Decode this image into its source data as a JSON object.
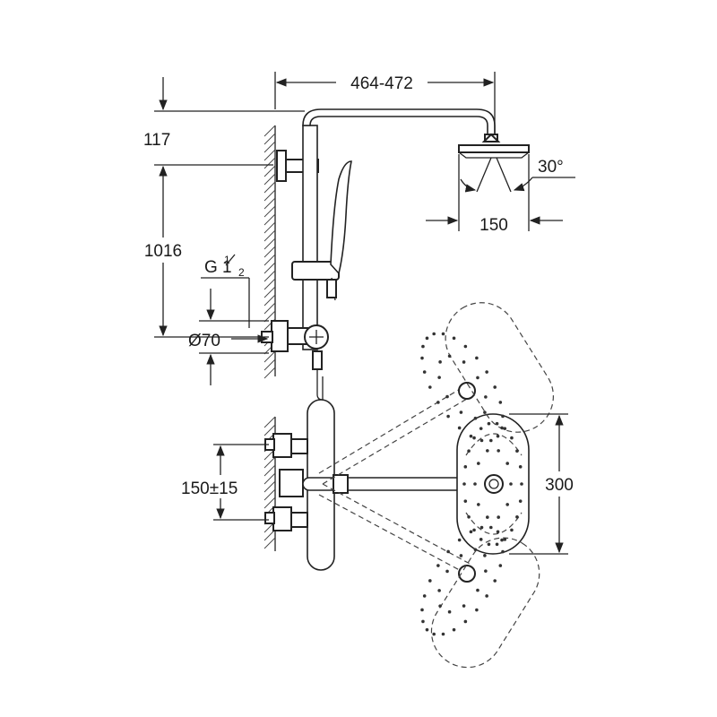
{
  "diagram": {
    "dimensions": {
      "arm_length": "464-472",
      "top_offset": "117",
      "rail_height": "1016",
      "thread_main": "G 1",
      "thread_sup": "1",
      "thread_sub": "2",
      "diameter": "Ø70",
      "head_diameter": "150",
      "tilt_angle": "30°",
      "inlet_spacing": "150±15",
      "swing_diameter": "300"
    },
    "colors": {
      "line": "#222222",
      "background": "#ffffff"
    }
  }
}
